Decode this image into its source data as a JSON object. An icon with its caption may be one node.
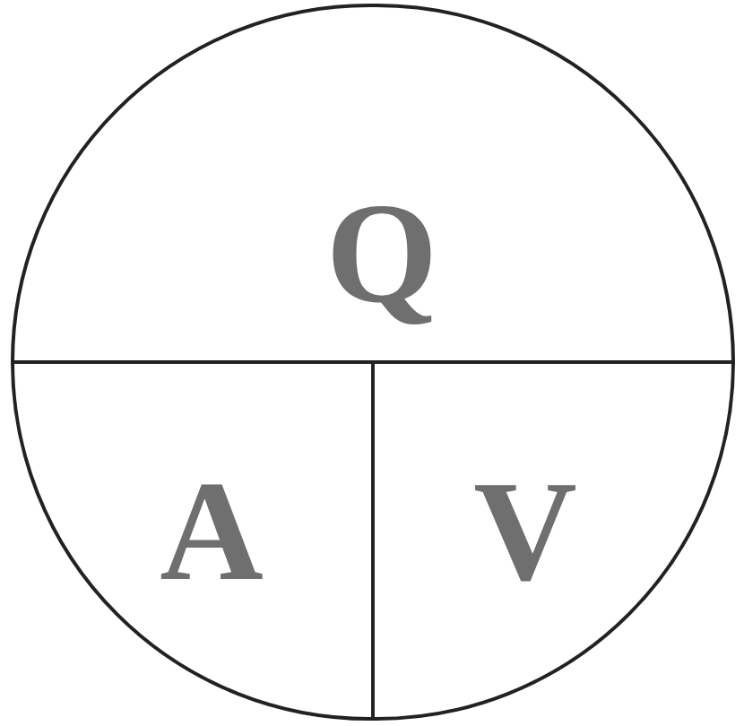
{
  "diagram": {
    "nodes": [
      {
        "text": [],
        "shape": "circle"
      },
      {
        "text": [
          "Q"
        ],
        "in": 0
      },
      {
        "text": [
          "A"
        ],
        "in": 0
      },
      {
        "text": [
          "V"
        ],
        "in": 0
      }
    ]
  }
}
